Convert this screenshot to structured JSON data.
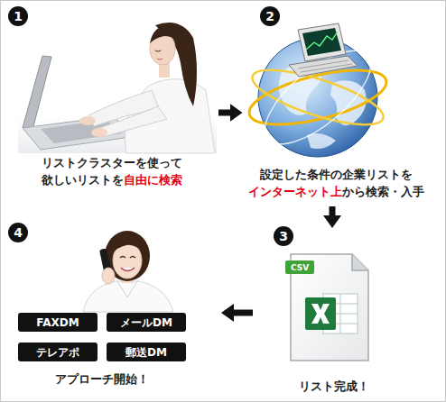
{
  "diagram": {
    "nodes": [
      {
        "text": [
          "リストクラスターを使って 欲しいリストを自由に検索"
        ]
      },
      {
        "text": [
          "設定した条件の企業リストを インターネット上から検索・入手"
        ]
      },
      {
        "text": [
          "リスト完成！"
        ]
      },
      {
        "text": [
          "アプローチ開始！"
        ]
      },
      {
        "text": [
          "FAXDM"
        ],
        "in": 3
      },
      {
        "text": [
          "メールDM"
        ],
        "in": 3
      },
      {
        "text": [
          "テレアポ"
        ],
        "in": 3
      },
      {
        "text": [
          "郵送DM"
        ],
        "in": 3
      }
    ],
    "edges": [
      {
        "from": 0,
        "to": 1,
        "arrow": "to"
      },
      {
        "from": 1,
        "to": 2,
        "arrow": "to"
      },
      {
        "from": 2,
        "to": 3,
        "arrow": "to"
      }
    ],
    "labels": [
      "1",
      "2",
      "3",
      "4",
      "CSV"
    ]
  }
}
